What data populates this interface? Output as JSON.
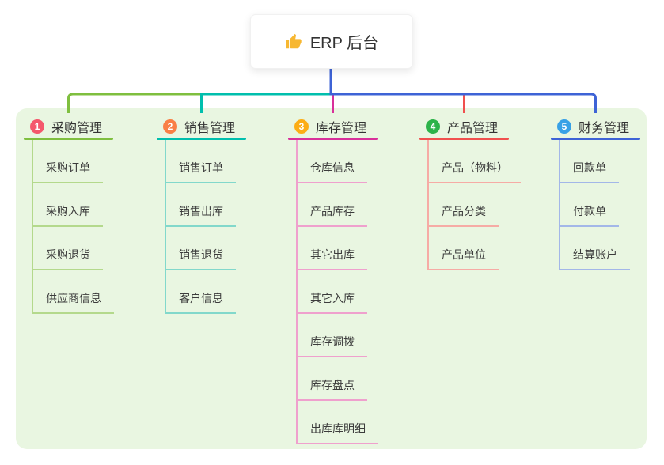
{
  "root": {
    "title": "ERP 后台",
    "icon": "thumbs-up-icon",
    "icon_color": "#f7b731"
  },
  "canvas": {
    "panel_bg": "#e9f6e1",
    "page_bg": "#ffffff",
    "root_connector_color": "#3e63d6"
  },
  "branches": [
    {
      "num": "1",
      "title": "采购管理",
      "line_color": "#7fbf3f",
      "badge_color": "#f4586c",
      "tint_color": "#b4d98c",
      "children": [
        "采购订单",
        "采购入库",
        "采购退货",
        "供应商信息"
      ]
    },
    {
      "num": "2",
      "title": "销售管理",
      "line_color": "#00bfad",
      "badge_color": "#f97f45",
      "tint_color": "#82d8cb",
      "children": [
        "销售订单",
        "销售出库",
        "销售退货",
        "客户信息"
      ]
    },
    {
      "num": "3",
      "title": "库存管理",
      "line_color": "#d8309a",
      "badge_color": "#fcad15",
      "tint_color": "#efa0cd",
      "children": [
        "仓库信息",
        "产品库存",
        "其它出库",
        "其它入库",
        "库存调拨",
        "库存盘点",
        "出库库明细"
      ]
    },
    {
      "num": "4",
      "title": "产品管理",
      "line_color": "#f0504e",
      "badge_color": "#2db34a",
      "tint_color": "#f6aba5",
      "children": [
        "产品（物料）",
        "产品分类",
        "产品单位"
      ]
    },
    {
      "num": "5",
      "title": "财务管理",
      "line_color": "#3e63d6",
      "badge_color": "#38a1e6",
      "tint_color": "#a3b7e8",
      "children": [
        "回款单",
        "付款单",
        "结算账户"
      ]
    }
  ]
}
